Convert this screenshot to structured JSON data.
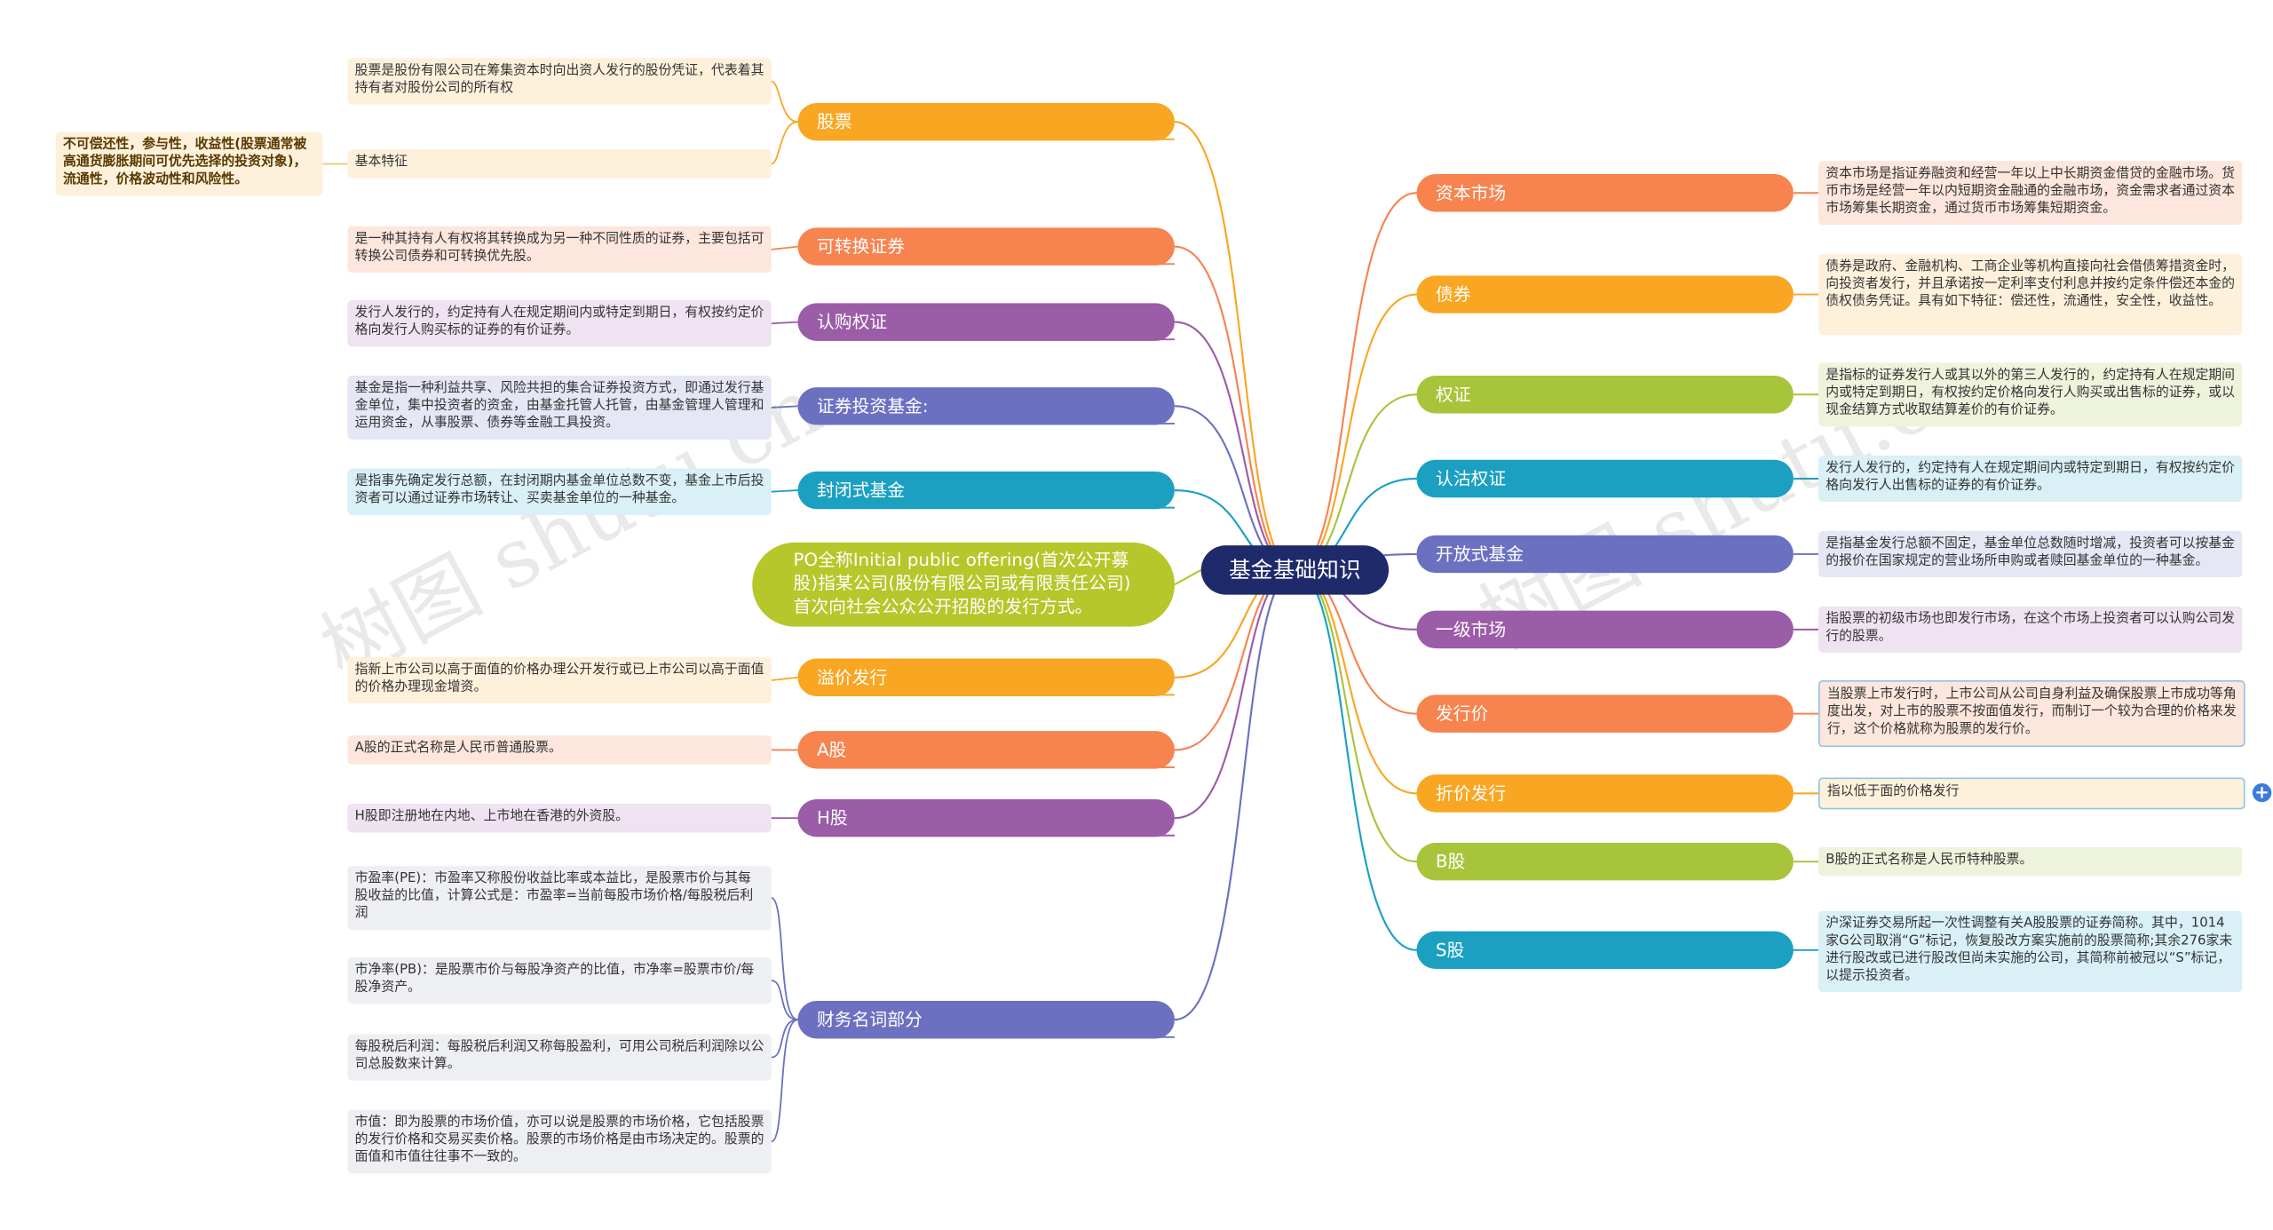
{
  "center": {
    "label": "基金基础知识"
  },
  "ipo": {
    "label": "PO全称Initial public offering(首次公开募股)指某公司(股份有限公司或有限责任公司)首次向社会公众公开招股的发行方式。"
  },
  "watermark": "树图 shutu.cn",
  "left": [
    {
      "label": "股票",
      "color": "#f9a623",
      "notes": [
        {
          "text": "股票是股份有限公司在筹集资本时向出资人发行的股份凭证，代表着其持有者对股份公司的所有权",
          "bg": "#fdf1dc"
        },
        {
          "text": "基本特征",
          "bg": "#fdf1dc"
        }
      ]
    },
    {
      "label": "可转换证券",
      "color": "#f7834f",
      "notes": [
        {
          "text": "是一种其持有人有权将其转换成为另一种不同性质的证券，主要包括可转换公司债券和可转换优先股。",
          "bg": "#fde6dc"
        }
      ]
    },
    {
      "label": "认购权证",
      "color": "#9b5ca8",
      "notes": [
        {
          "text": "发行人发行的，约定持有人在规定期间内或特定到期日，有权按约定价格向发行人购买标的证券的有价证券。",
          "bg": "#efe3f1"
        }
      ]
    },
    {
      "label": "证券投资基金:",
      "color": "#6b71c0",
      "notes": [
        {
          "text": "基金是指一种利益共享、风险共担的集合证券投资方式，即通过发行基金单位，集中投资者的资金，由基金托管人托管，由基金管理人管理和运用资金，从事股票、债券等金融工具投资。",
          "bg": "#e6e7f5"
        }
      ]
    },
    {
      "label": "封闭式基金",
      "color": "#1ba0c1",
      "notes": [
        {
          "text": "是指事先确定发行总额，在封闭期内基金单位总数不变，基金上市后投资者可以通过证券市场转让、买卖基金单位的一种基金。",
          "bg": "#d8f0f6"
        }
      ]
    },
    {
      "label": "溢价发行",
      "color": "#f9a623",
      "notes": [
        {
          "text": "指新上市公司以高于面值的价格办理公开发行或已上市公司以高于面值的价格办理现金增资。",
          "bg": "#fdf1dc"
        }
      ]
    },
    {
      "label": "A股",
      "color": "#f7834f",
      "notes": [
        {
          "text": "A股的正式名称是人民币普通股票。",
          "bg": "#fde6dc"
        }
      ]
    },
    {
      "label": "H股",
      "color": "#9b5ca8",
      "notes": [
        {
          "text": "H股即注册地在内地、上市地在香港的外资股。",
          "bg": "#efe3f1"
        }
      ]
    },
    {
      "label": "财务名词部分",
      "color": "#6b71c0",
      "notes": [
        {
          "text": "市盈率(PE)：市盈率又称股份收益比率或本益比，是股票市价与其每股收益的比值，计算公式是：市盈率=当前每股市场价格/每股税后利润",
          "bg": "#eeeff2"
        },
        {
          "text": "市净率(PB)：是股票市价与每股净资产的比值，市净率=股票市价/每股净资产。",
          "bg": "#eeeff2"
        },
        {
          "text": "每股税后利润：每股税后利润又称每股盈利，可用公司税后利润除以公司总股数来计算。",
          "bg": "#eeeff2"
        },
        {
          "text": "市值：即为股票的市场价值，亦可以说是股票的市场价格，它包括股票的发行价格和交易买卖价格。股票的市场价格是由市场决定的。股票的面值和市值往往事不一致的。",
          "bg": "#eeeff2"
        }
      ]
    }
  ],
  "stock_features": "不可偿还性，参与性，收益性(股票通常被高通货膨胀期间可优先选择的投资对象)，流通性，价格波动性和风险性。",
  "right": [
    {
      "label": "资本市场",
      "color": "#f7834f",
      "note": "资本市场是指证券融资和经营一年以上中长期资金借贷的金融市场。货币市场是经营一年以内短期资金融通的金融市场，资金需求者通过资本市场筹集长期资金，通过货币市场筹集短期资金。",
      "bg": "#fde6dc"
    },
    {
      "label": "债券",
      "color": "#f9a623",
      "note": "债券是政府、金融机构、工商企业等机构直接向社会借债筹措资金时，向投资者发行，并且承诺按一定利率支付利息并按约定条件偿还本金的债权债务凭证。具有如下特征：偿还性，流通性，安全性，收益性。",
      "bg": "#fdf1dc"
    },
    {
      "label": "权证",
      "color": "#a8c43a",
      "note": "是指标的证券发行人或其以外的第三人发行的，约定持有人在规定期间内或特定到期日，有权按约定价格向发行人购买或出售标的证券，或以现金结算方式收取结算差价的有价证券。",
      "bg": "#eef3dc"
    },
    {
      "label": "认沽权证",
      "color": "#1ba0c1",
      "note": "发行人发行的，约定持有人在规定期间内或特定到期日，有权按约定价格向发行人出售标的证券的有价证券。",
      "bg": "#d8f0f6"
    },
    {
      "label": "开放式基金",
      "color": "#6b71c0",
      "note": "是指基金发行总额不固定，基金单位总数随时增减，投资者可以按基金的报价在国家规定的营业场所申购或者赎回基金单位的一种基金。",
      "bg": "#e6e7f5"
    },
    {
      "label": "一级市场",
      "color": "#9b5ca8",
      "note": "指股票的初级市场也即发行市场，在这个市场上投资者可以认购公司发行的股票。",
      "bg": "#efe3f1"
    },
    {
      "label": "发行价",
      "color": "#f7834f",
      "note": "当股票上市发行时，上市公司从公司自身利益及确保股票上市成功等角度出发，对上市的股票不按面值发行，而制订一个较为合理的价格来发行，这个价格就称为股票的发行价。",
      "bg": "#fde6dc"
    },
    {
      "label": "折价发行",
      "color": "#f9a623",
      "note": "指以低于面的价格发行",
      "bg": "#fdf1dc"
    },
    {
      "label": "B股",
      "color": "#a8c43a",
      "note": "B股的正式名称是人民币特种股票。",
      "bg": "#eef3dc"
    },
    {
      "label": "S股",
      "color": "#1ba0c1",
      "note": "沪深证券交易所起一次性调整有关A股股票的证券简称。其中，1014家G公司取消“G”标记，恢复股改方案实施前的股票简称;其余276家未进行股改或已进行股改但尚未实施的公司，其简称前被冠以“S”标记，以提示投资者。",
      "bg": "#d8f0f6"
    }
  ]
}
